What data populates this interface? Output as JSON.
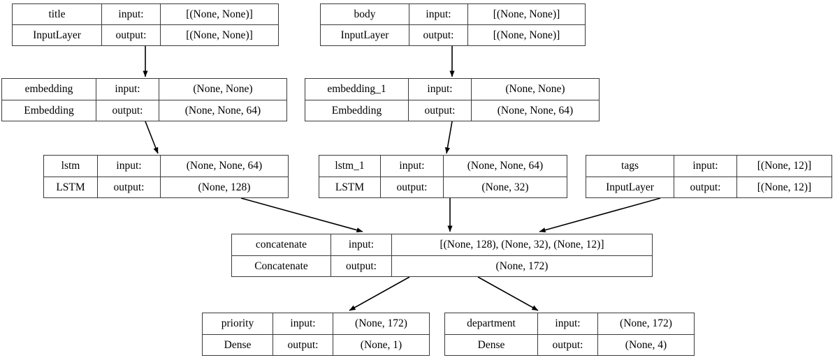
{
  "diagram": {
    "title": "Keras functional model plot",
    "background": "#ffffff",
    "border_color": "#3a3a3a",
    "edge_color": "#000000",
    "labels": {
      "input": "input:",
      "output": "output:"
    }
  },
  "nodes": [
    {
      "id": "title",
      "name": "title",
      "class_name": "InputLayer",
      "input_label": "input:",
      "output_label": "output:",
      "input_shape": "[(None, None)]",
      "output_shape": "[(None, None)]"
    },
    {
      "id": "body",
      "name": "body",
      "class_name": "InputLayer",
      "input_label": "input:",
      "output_label": "output:",
      "input_shape": "[(None, None)]",
      "output_shape": "[(None, None)]"
    },
    {
      "id": "embedding",
      "name": "embedding",
      "class_name": "Embedding",
      "input_label": "input:",
      "output_label": "output:",
      "input_shape": "(None, None)",
      "output_shape": "(None, None, 64)"
    },
    {
      "id": "embedding_1",
      "name": "embedding_1",
      "class_name": "Embedding",
      "input_label": "input:",
      "output_label": "output:",
      "input_shape": "(None, None)",
      "output_shape": "(None, None, 64)"
    },
    {
      "id": "lstm",
      "name": "lstm",
      "class_name": "LSTM",
      "input_label": "input:",
      "output_label": "output:",
      "input_shape": "(None, None, 64)",
      "output_shape": "(None, 128)"
    },
    {
      "id": "lstm_1",
      "name": "lstm_1",
      "class_name": "LSTM",
      "input_label": "input:",
      "output_label": "output:",
      "input_shape": "(None, None, 64)",
      "output_shape": "(None, 32)"
    },
    {
      "id": "tags",
      "name": "tags",
      "class_name": "InputLayer",
      "input_label": "input:",
      "output_label": "output:",
      "input_shape": "[(None, 12)]",
      "output_shape": "[(None, 12)]"
    },
    {
      "id": "concatenate",
      "name": "concatenate",
      "class_name": "Concatenate",
      "input_label": "input:",
      "output_label": "output:",
      "input_shape": "[(None, 128), (None, 32), (None, 12)]",
      "output_shape": "(None, 172)"
    },
    {
      "id": "priority",
      "name": "priority",
      "class_name": "Dense",
      "input_label": "input:",
      "output_label": "output:",
      "input_shape": "(None, 172)",
      "output_shape": "(None, 1)"
    },
    {
      "id": "department",
      "name": "department",
      "class_name": "Dense",
      "input_label": "input:",
      "output_label": "output:",
      "input_shape": "(None, 172)",
      "output_shape": "(None, 4)"
    }
  ],
  "edges": [
    {
      "from": "title",
      "to": "embedding"
    },
    {
      "from": "body",
      "to": "embedding_1"
    },
    {
      "from": "embedding",
      "to": "lstm"
    },
    {
      "from": "embedding_1",
      "to": "lstm_1"
    },
    {
      "from": "lstm",
      "to": "concatenate"
    },
    {
      "from": "lstm_1",
      "to": "concatenate"
    },
    {
      "from": "tags",
      "to": "concatenate"
    },
    {
      "from": "concatenate",
      "to": "priority"
    },
    {
      "from": "concatenate",
      "to": "department"
    }
  ]
}
